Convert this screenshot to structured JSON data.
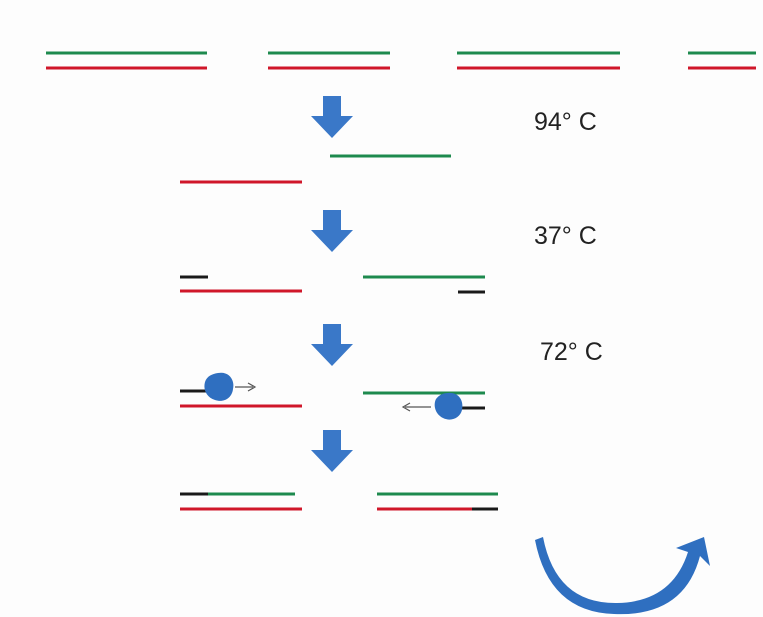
{
  "steps": [
    {
      "temperature": "94° C"
    },
    {
      "temperature": "37° C"
    },
    {
      "temperature": "72° C"
    }
  ],
  "colors": {
    "template_strand": "#d0172a",
    "complement_strand": "#1e8a4e",
    "primer": "#1a1a1a",
    "arrow": "#3a78c8",
    "polymerase": "#2f6fc0",
    "label": "#222222"
  },
  "icons": {
    "step_arrow": "down-arrow-icon",
    "cycle_arrow": "cycle-arrow-icon",
    "polymerase": "polymerase-icon"
  }
}
